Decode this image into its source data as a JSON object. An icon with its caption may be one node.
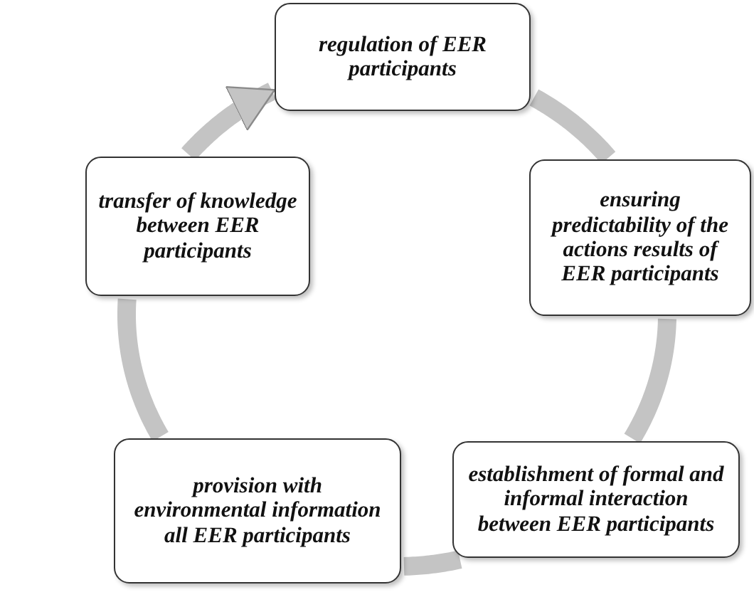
{
  "diagram": {
    "nodes": [
      {
        "text": [
          "regulation of EER participants"
        ]
      },
      {
        "text": [
          "ensuring predictability of the actions results of EER participants"
        ]
      },
      {
        "text": [
          "establishment of formal and informal interaction between EER participants"
        ]
      },
      {
        "text": [
          "provision with environmental information all EER participants"
        ]
      },
      {
        "text": [
          "transfer of knowledge between EER participants"
        ]
      }
    ],
    "edges": [
      {
        "from": 0,
        "to": 1,
        "arrow": "none"
      },
      {
        "from": 1,
        "to": 2,
        "arrow": "none"
      },
      {
        "from": 2,
        "to": 3,
        "arrow": "none"
      },
      {
        "from": 3,
        "to": 4,
        "arrow": "none"
      },
      {
        "from": 4,
        "to": 0,
        "arrow": "to"
      }
    ]
  }
}
